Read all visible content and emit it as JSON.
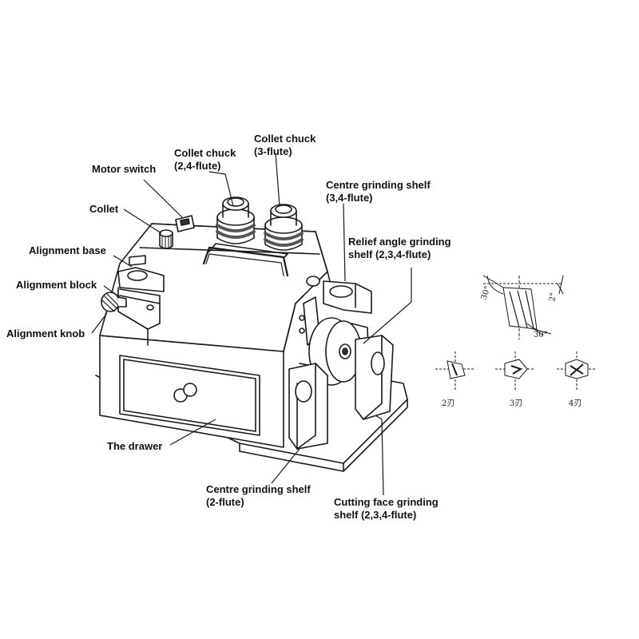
{
  "labels": {
    "collet_chuck_24": {
      "line1": "Collet chuck",
      "line2": "(2,4-flute)"
    },
    "collet_chuck_3": {
      "line1": "Collet chuck",
      "line2": "(3-flute)"
    },
    "motor_switch": "Motor switch",
    "collet": "Collet",
    "centre_shelf_34": {
      "line1": "Centre grinding shelf",
      "line2": "(3,4-flute)"
    },
    "relief_shelf": {
      "line1": "Relief angle grinding",
      "line2": "shelf (2,3,4-flute)"
    },
    "alignment_base": "Alignment base",
    "alignment_block": "Alignment block",
    "alignment_knob": "Alignment knob",
    "drawer": "The drawer",
    "centre_shelf_2": {
      "line1": "Centre grinding shelf",
      "line2": "(2-flute)"
    },
    "cutting_face_shelf": {
      "line1": "Cutting face grinding",
      "line2": "shelf (2,3,4-flute)"
    }
  },
  "inset": {
    "angle_left": "30°",
    "angle_right": "2°",
    "angle_bottom": "30°",
    "flute_2": "2刃",
    "flute_3": "3刃",
    "flute_4": "4刃"
  },
  "colors": {
    "line": "#1a1a1a",
    "fill": "#ffffff",
    "shade": "#3a3a3a"
  }
}
